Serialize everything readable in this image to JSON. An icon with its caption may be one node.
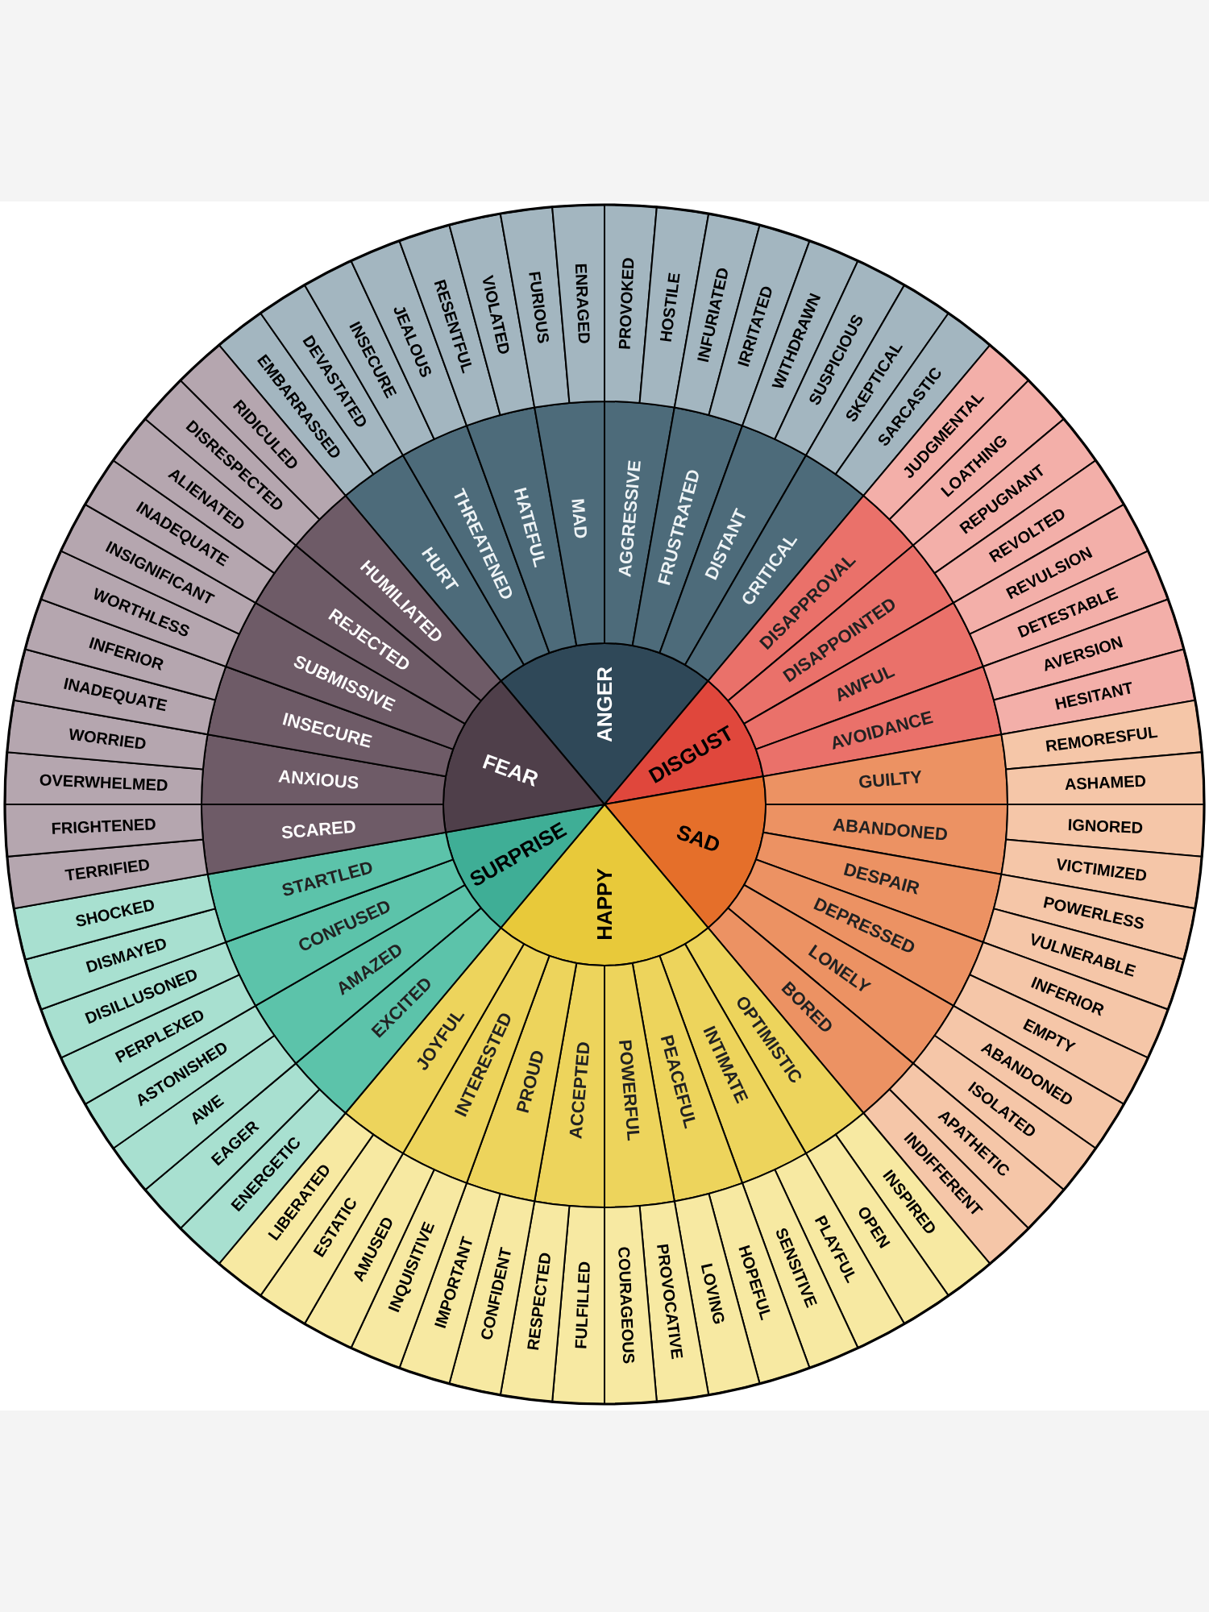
{
  "diagram": {
    "nodes": [
      {
        "text": [
          "ANGER"
        ]
      },
      {
        "text": [
          "DISGUST"
        ]
      },
      {
        "text": [
          "SAD"
        ]
      },
      {
        "text": [
          "HAPPY"
        ]
      },
      {
        "text": [
          "SURPRISE"
        ]
      },
      {
        "text": [
          "FEAR"
        ]
      },
      {
        "text": [
          "HURT"
        ]
      },
      {
        "text": [
          "THREATENED"
        ]
      },
      {
        "text": [
          "HATEFUL"
        ]
      },
      {
        "text": [
          "MAD"
        ]
      },
      {
        "text": [
          "AGGRESSIVE"
        ]
      },
      {
        "text": [
          "FRUSTRATED"
        ]
      },
      {
        "text": [
          "DISTANT"
        ]
      },
      {
        "text": [
          "CRITICAL"
        ]
      },
      {
        "text": [
          "DISAPPROVAL"
        ]
      },
      {
        "text": [
          "DISAPPOINTED"
        ]
      },
      {
        "text": [
          "AWFUL"
        ]
      },
      {
        "text": [
          "AVOIDANCE"
        ]
      },
      {
        "text": [
          "GUILTY"
        ]
      },
      {
        "text": [
          "ABANDONED"
        ]
      },
      {
        "text": [
          "DESPAIR"
        ]
      },
      {
        "text": [
          "DEPRESSED"
        ]
      },
      {
        "text": [
          "LONELY"
        ]
      },
      {
        "text": [
          "BORED"
        ]
      },
      {
        "text": [
          "OPTIMISTIC"
        ]
      },
      {
        "text": [
          "INTIMATE"
        ]
      },
      {
        "text": [
          "PEACEFUL"
        ]
      },
      {
        "text": [
          "POWERFUL"
        ]
      },
      {
        "text": [
          "ACCEPTED"
        ]
      },
      {
        "text": [
          "PROUD"
        ]
      },
      {
        "text": [
          "INTERESTED"
        ]
      },
      {
        "text": [
          "JOYFUL"
        ]
      },
      {
        "text": [
          "EXCITED"
        ]
      },
      {
        "text": [
          "AMAZED"
        ]
      },
      {
        "text": [
          "CONFUSED"
        ]
      },
      {
        "text": [
          "STARTLED"
        ]
      },
      {
        "text": [
          "SCARED"
        ]
      },
      {
        "text": [
          "ANXIOUS"
        ]
      },
      {
        "text": [
          "INSECURE"
        ]
      },
      {
        "text": [
          "SUBMISSIVE"
        ]
      },
      {
        "text": [
          "REJECTED"
        ]
      },
      {
        "text": [
          "HUMILIATED"
        ]
      },
      {
        "text": [
          "EMBARRASSED"
        ]
      },
      {
        "text": [
          "DEVASTATED"
        ]
      },
      {
        "text": [
          "INSECURE"
        ]
      },
      {
        "text": [
          "JEALOUS"
        ]
      },
      {
        "text": [
          "RESENTFUL"
        ]
      },
      {
        "text": [
          "VIOLATED"
        ]
      },
      {
        "text": [
          "FURIOUS"
        ]
      },
      {
        "text": [
          "ENRAGED"
        ]
      },
      {
        "text": [
          "PROVOKED"
        ]
      },
      {
        "text": [
          "HOSTILE"
        ]
      },
      {
        "text": [
          "INFURIATED"
        ]
      },
      {
        "text": [
          "IRRITATED"
        ]
      },
      {
        "text": [
          "WITHDRAWN"
        ]
      },
      {
        "text": [
          "SUSPICIOUS"
        ]
      },
      {
        "text": [
          "SKEPTICAL"
        ]
      },
      {
        "text": [
          "SARCASTIC"
        ]
      },
      {
        "text": [
          "JUDGMENTAL"
        ]
      },
      {
        "text": [
          "LOATHING"
        ]
      },
      {
        "text": [
          "REPUGNANT"
        ]
      },
      {
        "text": [
          "REVOLTED"
        ]
      },
      {
        "text": [
          "REVULSION"
        ]
      },
      {
        "text": [
          "DETESTABLE"
        ]
      },
      {
        "text": [
          "AVERSION"
        ]
      },
      {
        "text": [
          "HESITANT"
        ]
      },
      {
        "text": [
          "REMORESFUL"
        ]
      },
      {
        "text": [
          "ASHAMED"
        ]
      },
      {
        "text": [
          "IGNORED"
        ]
      },
      {
        "text": [
          "VICTIMIZED"
        ]
      },
      {
        "text": [
          "POWERLESS"
        ]
      },
      {
        "text": [
          "VULNERABLE"
        ]
      },
      {
        "text": [
          "INFERIOR"
        ]
      },
      {
        "text": [
          "EMPTY"
        ]
      },
      {
        "text": [
          "ABANDONED"
        ]
      },
      {
        "text": [
          "ISOLATED"
        ]
      },
      {
        "text": [
          "APATHETIC"
        ]
      },
      {
        "text": [
          "INDIFFERENT"
        ]
      },
      {
        "text": [
          "INSPIRED"
        ]
      },
      {
        "text": [
          "OPEN"
        ]
      },
      {
        "text": [
          "PLAYFUL"
        ]
      },
      {
        "text": [
          "SENSITIVE"
        ]
      },
      {
        "text": [
          "HOPEFUL"
        ]
      },
      {
        "text": [
          "LOVING"
        ]
      },
      {
        "text": [
          "PROVOCATIVE"
        ]
      },
      {
        "text": [
          "COURAGEOUS"
        ]
      },
      {
        "text": [
          "FULFILLED"
        ]
      },
      {
        "text": [
          "RESPECTED"
        ]
      },
      {
        "text": [
          "CONFIDENT"
        ]
      },
      {
        "text": [
          "IMPORTANT"
        ]
      },
      {
        "text": [
          "INQUISITIVE"
        ]
      },
      {
        "text": [
          "AMUSED"
        ]
      },
      {
        "text": [
          "ESTATIC"
        ]
      },
      {
        "text": [
          "LIBERATED"
        ]
      },
      {
        "text": [
          "ENERGETIC"
        ]
      },
      {
        "text": [
          "EAGER"
        ]
      },
      {
        "text": [
          "AWE"
        ]
      },
      {
        "text": [
          "ASTONISHED"
        ]
      },
      {
        "text": [
          "PERPLEXED"
        ]
      },
      {
        "text": [
          "DISILLUSONED"
        ]
      },
      {
        "text": [
          "DISMAYED"
        ]
      },
      {
        "text": [
          "SHOCKED"
        ]
      },
      {
        "text": [
          "TERRIFIED"
        ]
      },
      {
        "text": [
          "FRIGHTENED"
        ]
      },
      {
        "text": [
          "OVERWHELMED"
        ]
      },
      {
        "text": [
          "WORRIED"
        ]
      },
      {
        "text": [
          "INADEQUATE"
        ]
      },
      {
        "text": [
          "INFERIOR"
        ]
      },
      {
        "text": [
          "WORTHLESS"
        ]
      },
      {
        "text": [
          "INSIGNIFICANT"
        ]
      },
      {
        "text": [
          "INADEQUATE"
        ]
      },
      {
        "text": [
          "ALIENATED"
        ]
      },
      {
        "text": [
          "DISRESPECTED"
        ]
      },
      {
        "text": [
          "RIDICULED"
        ]
      }
    ]
  }
}
